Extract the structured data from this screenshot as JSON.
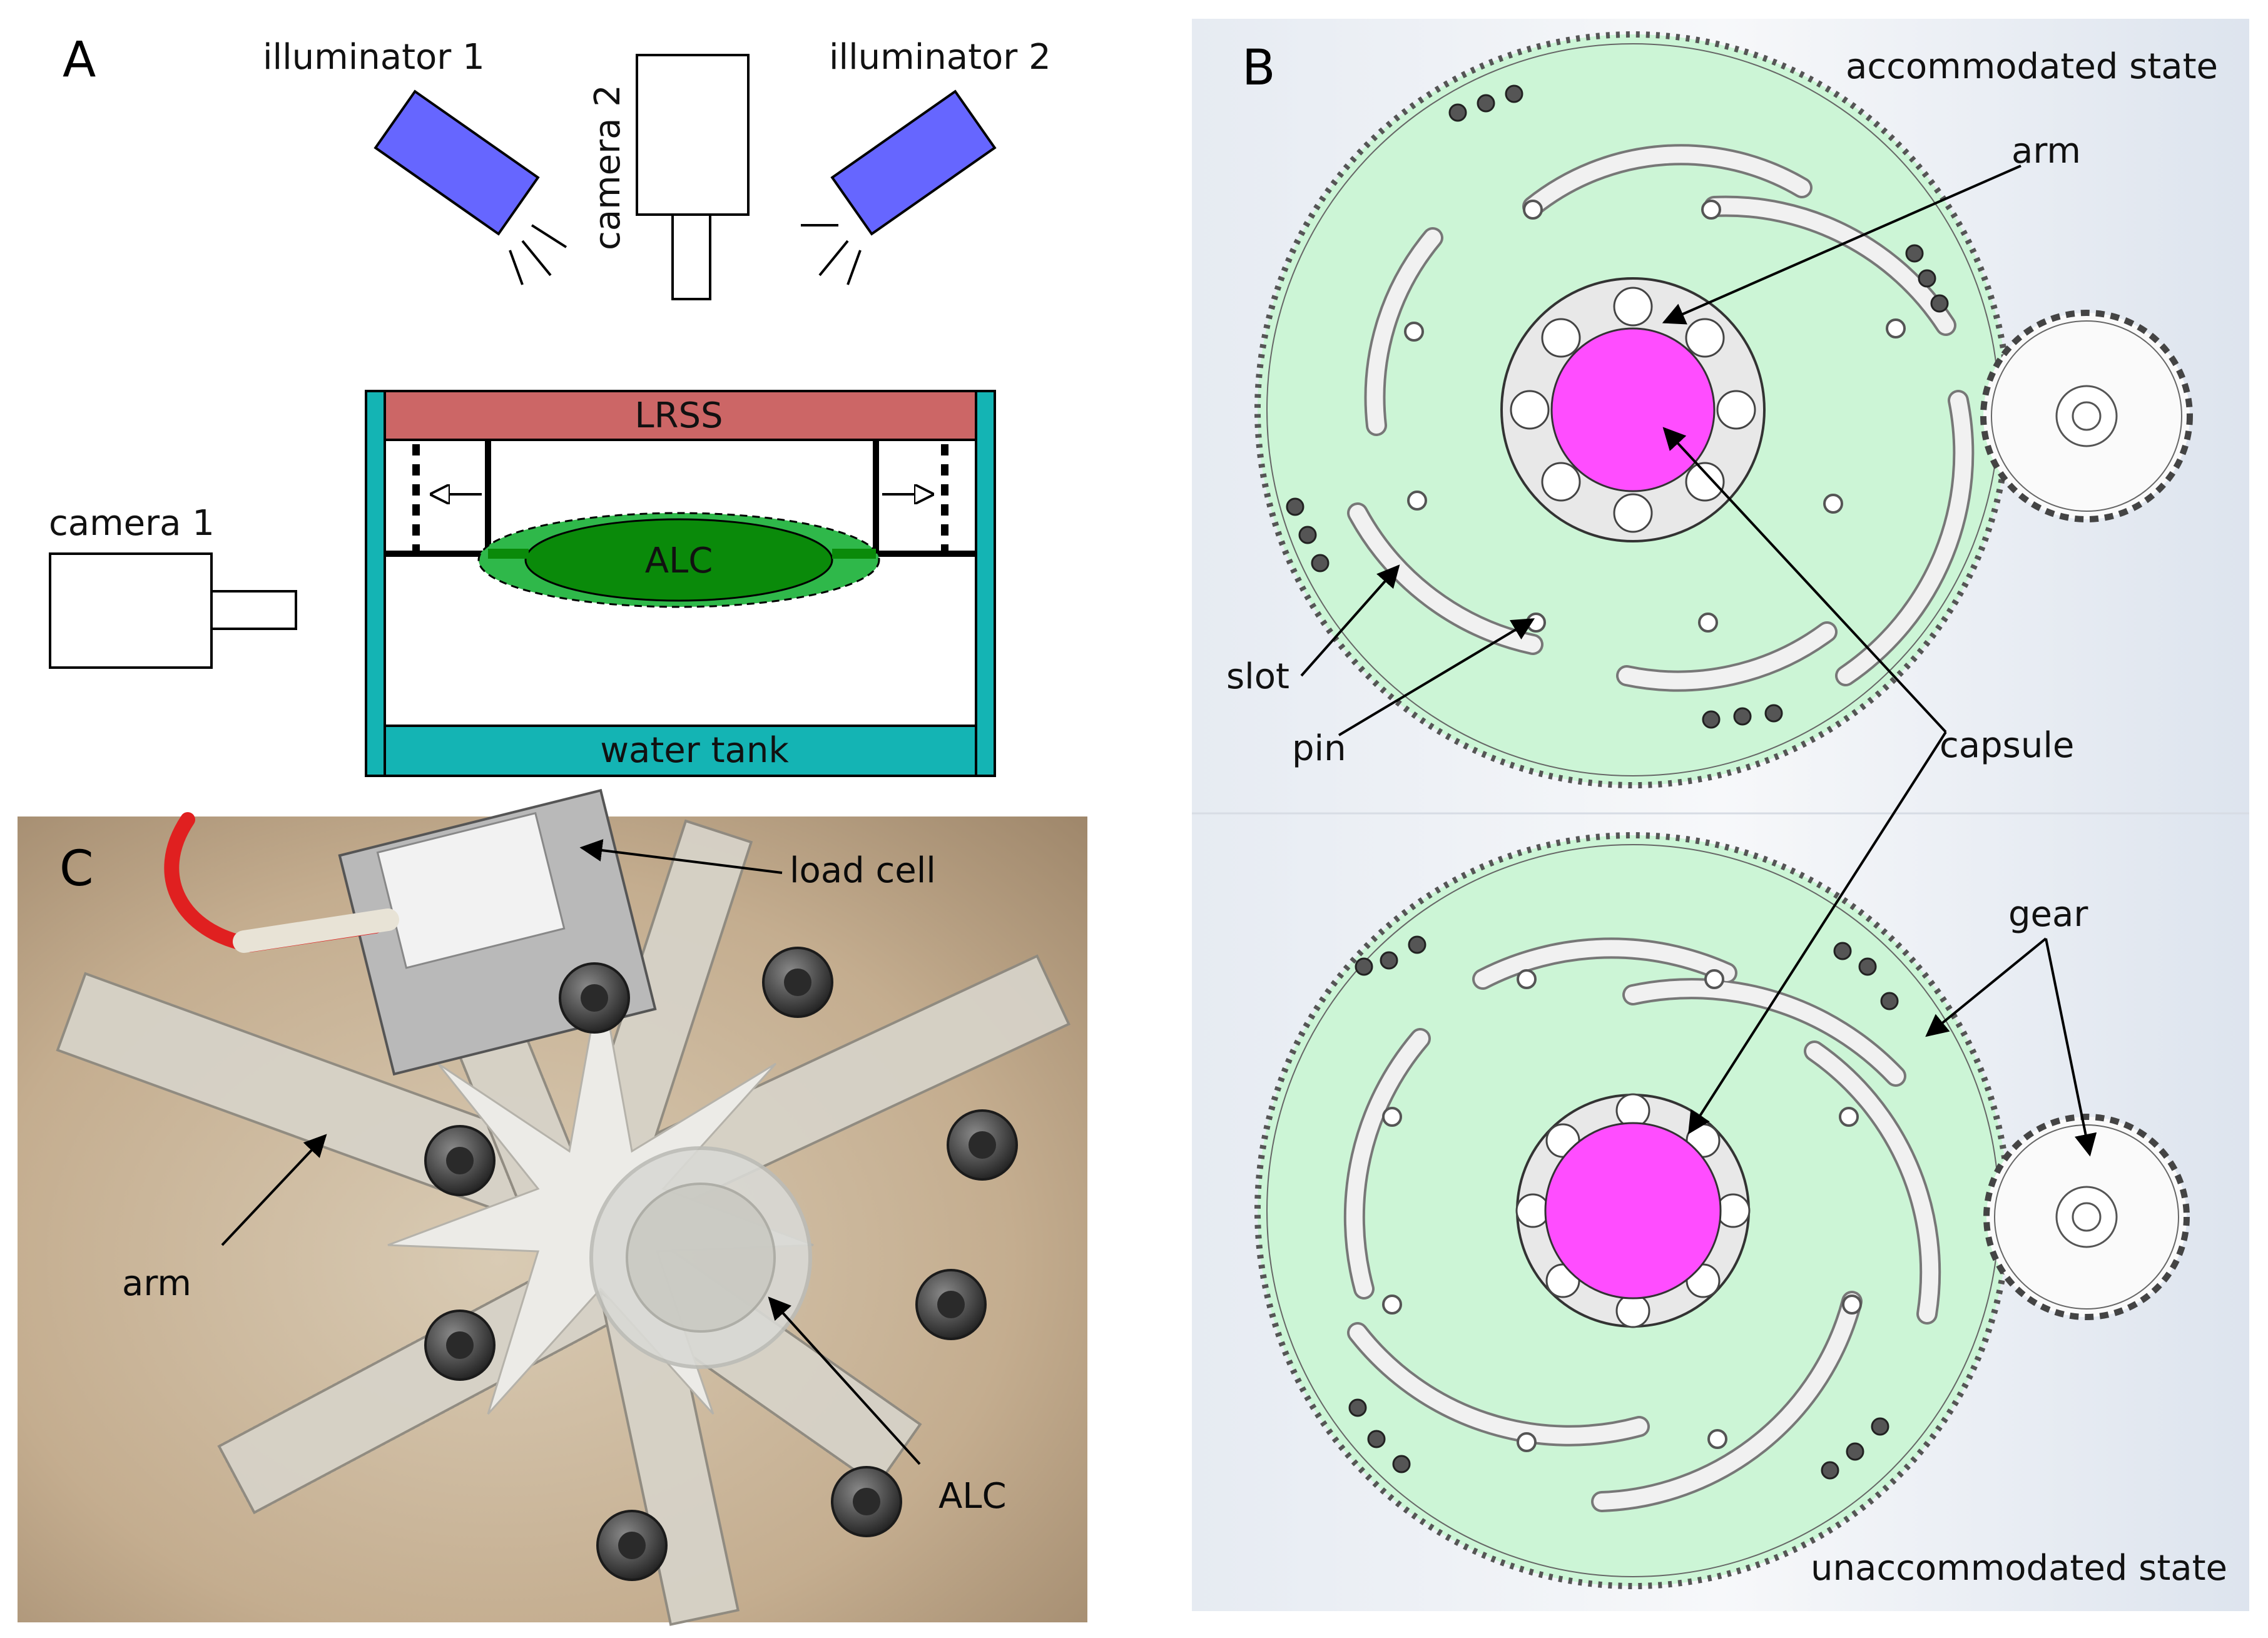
{
  "panels": {
    "a": {
      "letter": "A",
      "illuminator_1": "illuminator 1",
      "illuminator_2": "illuminator 2",
      "camera_2": "camera 2",
      "camera_1": "camera 1",
      "lrss": "LRSS",
      "alc": "ALC",
      "water_tank": "water tank"
    },
    "b": {
      "letter": "B",
      "accommodated_state": "accommodated state",
      "unaccommodated_state": "unaccommodated state",
      "arm": "arm",
      "slot": "slot",
      "pin": "pin",
      "capsule": "capsule",
      "gear": "gear"
    },
    "c": {
      "letter": "C",
      "load_cell": "load cell",
      "arm": "arm",
      "alc": "ALC"
    }
  },
  "colors": {
    "illuminator": "#6666ff",
    "lrss": "#cc6666",
    "water_tank": "#14b4b4",
    "alc_dark": "#0a8a0a",
    "alc_light": "#2fb84a",
    "gear_fill": "#ccf5d6",
    "capsule": "#ff4dff",
    "photo_bg": "#c9b8a0"
  }
}
